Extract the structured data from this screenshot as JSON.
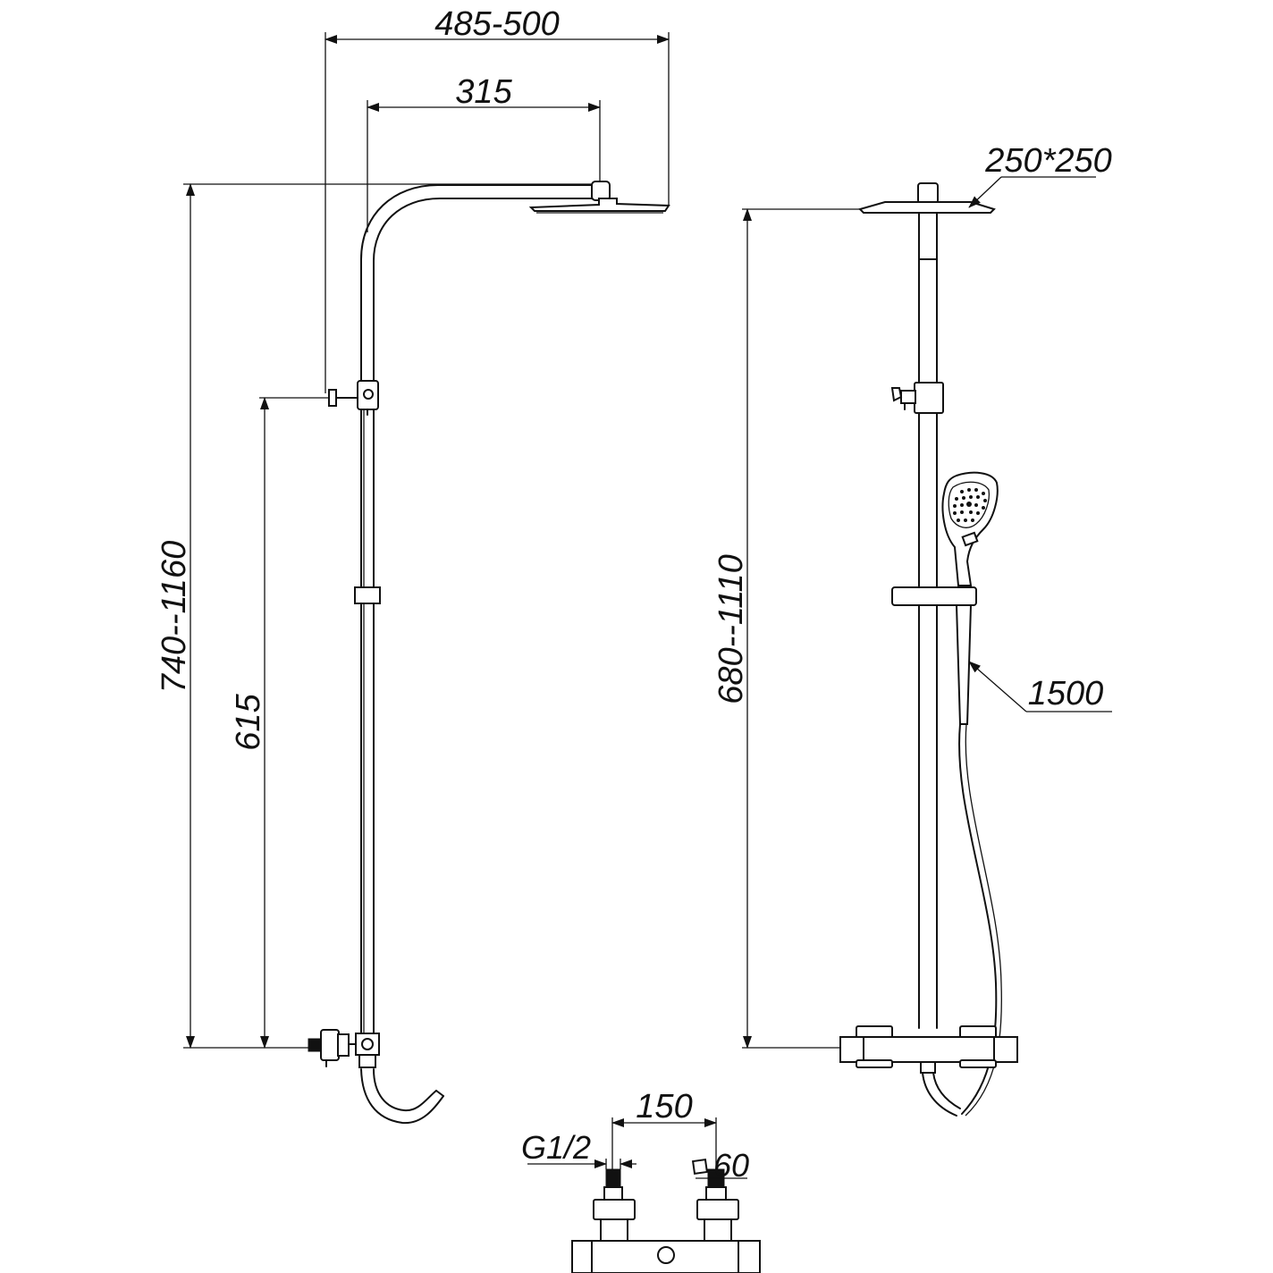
{
  "dimensions": {
    "arm_total_reach": "485-500",
    "arm_offset": "315",
    "total_height_left": "740--1160",
    "diverter_height": "615",
    "head_size": "250*250",
    "total_height_right": "680--1110",
    "hose_length": "1500",
    "inlet_spacing": "150",
    "inlet_thread": "G1/2",
    "inlet_offset": "60"
  },
  "colors": {
    "line": "#111111",
    "background": "#ffffff"
  }
}
